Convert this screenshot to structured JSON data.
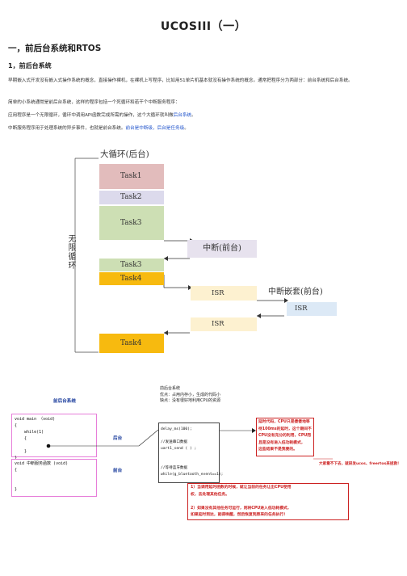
{
  "title": "UCOSIII（一）",
  "section1": "一，前后台系统和RTOS",
  "section1_1": "1，前后台系统",
  "paragraphs": {
    "p1": "早期嵌入式开发没有嵌入式操作系统的概念，直接操作裸机，在裸机上写程序，比如用51单片机基本就没有操作系统的概念。通常把程序分为两部分：前台系统和后台系统。",
    "p2": "简单的小系统通常是前后台系统，这样的程序包括一个死循环和若干个中断服务程序：",
    "p3_main": "应用程序是一个无限循环，循环中调用API函数完成所需的操作，这个大循环就叫做",
    "p3_blue": "后台系统",
    "p3_end": "。",
    "p4_main": "中断服务程序用于处理系统的异步事件，也就是前台系统。",
    "p4_blue": "前台是中断级，后台是任务级",
    "p4_end": "。"
  },
  "diagram1": {
    "big_loop_label": "大循环(后台)",
    "infinite_loop_label": "无限循环",
    "task1": "Task1",
    "task2": "Task2",
    "task3": "Task3",
    "task3b": "Task3",
    "task4": "Task4",
    "task4b": "Task4",
    "interrupt_label": "中断(前台)",
    "isr1": "ISR",
    "isr2": "ISR",
    "isr3": "ISR",
    "nested_label": "中断嵌套(前台)",
    "colors": {
      "task1": "#e2bcbc",
      "task2": "#dcdaec",
      "task3": "#cddfb4",
      "task4": "#f7ba0f",
      "isr": "#fdf1d0",
      "interrupt": "#e7e2ee"
    }
  },
  "diagram2": {
    "fg_bg_title": "前后台系统",
    "pros_line1": "前后台系统",
    "pros_line2": "优点：占用内存小，生成的代码小",
    "pros_line3": "缺点：没有很好地利用CPU的资源",
    "main_code": "void main （void)\n{\n    while(1)\n    {\n\n    }\n}",
    "back_label": "后台",
    "isr_code": "void 中断服务函数 (void)\n{\n\n\n}",
    "front_label": "前台",
    "delay_code": "delay_ms(100);\n\n//发送串口数据\nuart1_send ( ) ;\n\n\n//等待蓝牙数据\nwhile(g_bluetooth_event==1);",
    "note1": "延时代码，CPU只是傻傻地等\n待100ms的延时，这个期间不\nCPU没有充分的利用，CPU而\n且是没有进入低功耗模式，\n这些结果不是我要的。",
    "note2": "大家看不下去，就研发ucos、freertos来拯救！",
    "note3": "1）当调用延时函数的时候，就让当前的任务让出CPU使用\n权，去处理其他任务。\n\n2）如果没有其他任务可运行，则将CPU进入低功耗模式，\n如果延时到达，就得唤醒，然后恢复到原来的任务执行！"
  }
}
